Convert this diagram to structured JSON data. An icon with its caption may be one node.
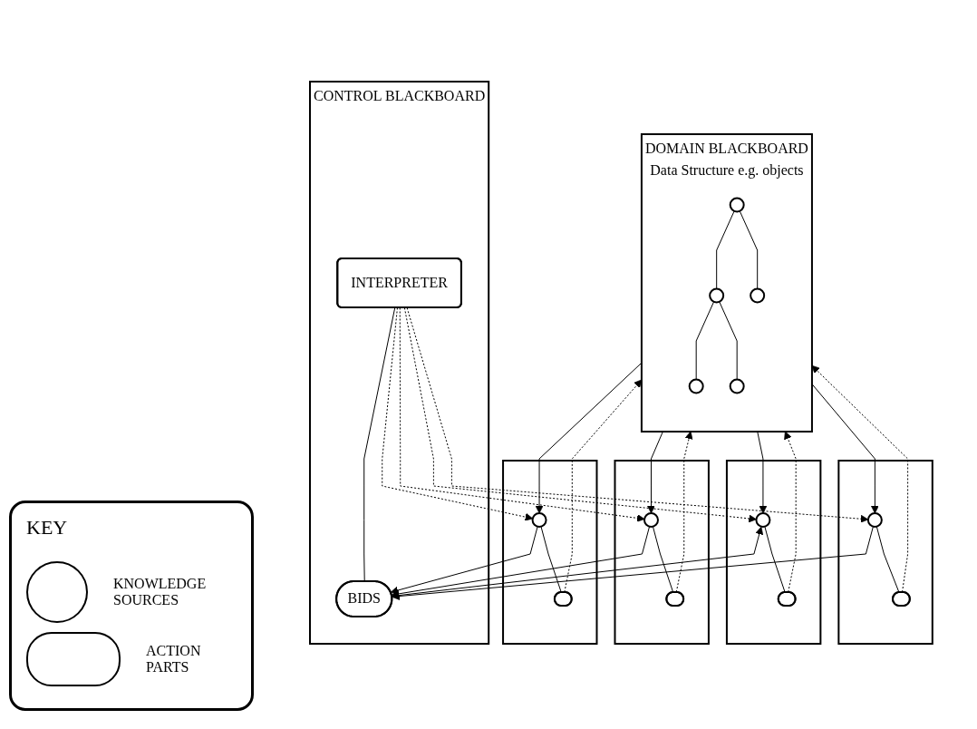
{
  "diagram": {
    "nodes": [
      {
        "text": [
          "CONTROL BLACKBOARD"
        ]
      },
      {
        "text": [
          "INTERPRETER"
        ],
        "in": 0
      },
      {
        "text": [
          "BIDS"
        ],
        "in": 0
      },
      {
        "text": [],
        "shape": "box"
      },
      {
        "text": [],
        "shape": "circle",
        "in": 3
      },
      {
        "text": [],
        "shape": "oval",
        "in": 3
      },
      {
        "text": [],
        "shape": "box"
      },
      {
        "text": [],
        "shape": "circle",
        "in": 6
      },
      {
        "text": [],
        "shape": "oval",
        "in": 6
      },
      {
        "text": [],
        "shape": "box"
      },
      {
        "text": [],
        "shape": "circle",
        "in": 9
      },
      {
        "text": [],
        "shape": "oval",
        "in": 9
      },
      {
        "text": [],
        "shape": "box"
      },
      {
        "text": [],
        "shape": "circle",
        "in": 12
      },
      {
        "text": [],
        "shape": "oval",
        "in": 12
      },
      {
        "text": [
          "DOMAIN BLACKBOARD",
          "Data Structure e.g. objects"
        ]
      },
      {
        "text": [],
        "shape": "circle",
        "in": 15
      },
      {
        "text": [],
        "shape": "circle",
        "in": 15
      },
      {
        "text": [],
        "shape": "circle",
        "in": 15
      },
      {
        "text": [],
        "shape": "circle",
        "in": 15
      },
      {
        "text": [],
        "shape": "circle",
        "in": 15
      }
    ],
    "edges": [
      {
        "from": 1,
        "to": 2,
        "arrow": "none"
      },
      {
        "from": 1,
        "to": 4,
        "arrow": "to",
        "style": "dashed"
      },
      {
        "from": 1,
        "to": 7,
        "arrow": "to",
        "style": "dashed"
      },
      {
        "from": 1,
        "to": 10,
        "arrow": "to",
        "style": "dashed"
      },
      {
        "from": 1,
        "to": 13,
        "arrow": "to",
        "style": "dashed"
      },
      {
        "from": 4,
        "to": 2,
        "arrow": "to"
      },
      {
        "from": 7,
        "to": 2,
        "arrow": "both"
      },
      {
        "from": 10,
        "to": 2,
        "arrow": "to"
      },
      {
        "from": 13,
        "to": 2,
        "arrow": "to"
      },
      {
        "from": 4,
        "to": 5,
        "arrow": "none"
      },
      {
        "from": 7,
        "to": 8,
        "arrow": "none"
      },
      {
        "from": 10,
        "to": 11,
        "arrow": "none"
      },
      {
        "from": 13,
        "to": 14,
        "arrow": "none"
      },
      {
        "from": 15,
        "to": 4,
        "arrow": "to"
      },
      {
        "from": 15,
        "to": 7,
        "arrow": "to"
      },
      {
        "from": 15,
        "to": 10,
        "arrow": "to"
      },
      {
        "from": 15,
        "to": 13,
        "arrow": "to"
      },
      {
        "from": 5,
        "to": 15,
        "arrow": "to",
        "style": "dashed"
      },
      {
        "from": 8,
        "to": 15,
        "arrow": "to",
        "style": "dashed"
      },
      {
        "from": 11,
        "to": 15,
        "arrow": "to",
        "style": "dashed"
      },
      {
        "from": 14,
        "to": 15,
        "arrow": "to",
        "style": "dashed"
      },
      {
        "from": 16,
        "to": 17,
        "arrow": "none"
      },
      {
        "from": 16,
        "to": 18,
        "arrow": "none"
      },
      {
        "from": 17,
        "to": 19,
        "arrow": "none"
      },
      {
        "from": 17,
        "to": 20,
        "arrow": "none"
      }
    ],
    "labels": [
      "KEY"
    ],
    "legend": [
      {
        "text": "KNOWLEDGE SOURCES"
      },
      {
        "text": "ACTION PARTS"
      }
    ]
  }
}
